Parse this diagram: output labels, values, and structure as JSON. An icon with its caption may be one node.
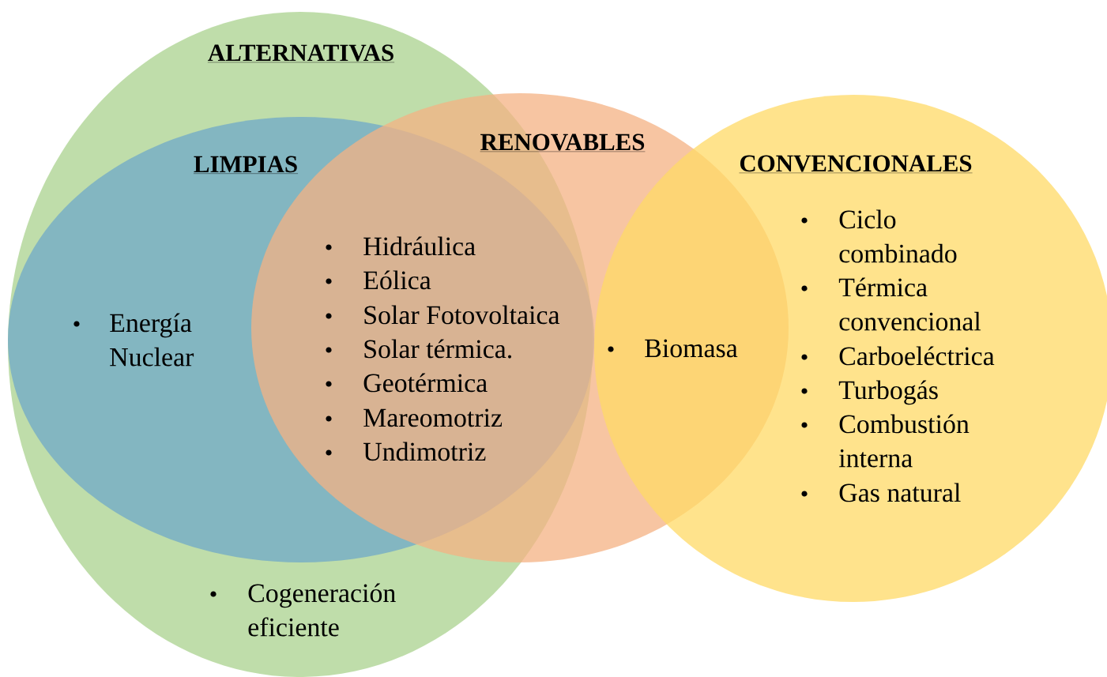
{
  "diagram": {
    "nodes": [
      {
        "text": [
          "ALTERNATIVAS"
        ]
      },
      {
        "text": [
          "RENOVABLES"
        ]
      },
      {
        "text": [
          "LIMPIAS"
        ],
        "in": 0
      },
      {
        "text": [
          "CONVENCIONALES"
        ]
      }
    ],
    "labels": [
      "Energía Nuclear",
      "Hidráulica",
      "Eólica",
      "Solar Fotovoltaica",
      "Solar térmica.",
      "Geotérmica",
      "Mareomotriz",
      "Undimotriz",
      "Biomasa",
      "Ciclo combinado",
      "Térmica convencional",
      "Carboeléctrica",
      "Turbogás",
      "Combustión interna",
      "Gas natural",
      "Cogeneración eficiente"
    ]
  }
}
